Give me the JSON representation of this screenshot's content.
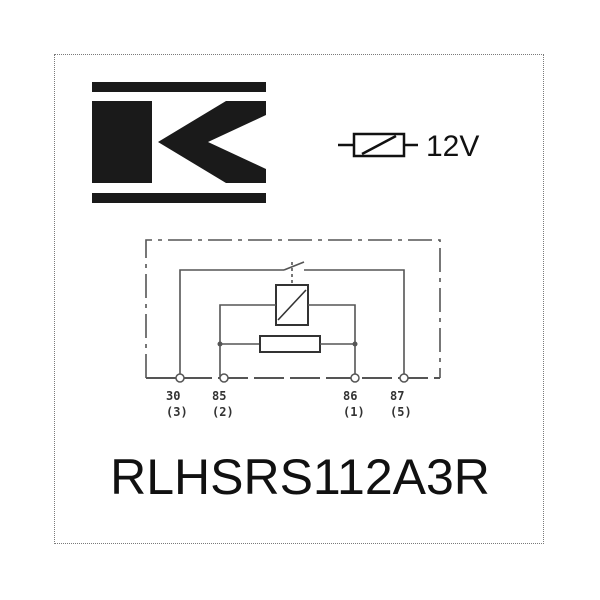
{
  "colors": {
    "logo": "#1a1a1a",
    "schematic": "#555555",
    "text": "#111111"
  },
  "logo": {
    "icon": "k-logo-icon"
  },
  "coil_symbol": {
    "icon": "coil-resistor-icon",
    "voltage": "12V"
  },
  "pins": [
    {
      "number": "30",
      "alt": "(3)"
    },
    {
      "number": "85",
      "alt": "(2)"
    },
    {
      "number": "86",
      "alt": "(1)"
    },
    {
      "number": "87",
      "alt": "(5)"
    }
  ],
  "part_number": "RLHSRS112A3R"
}
